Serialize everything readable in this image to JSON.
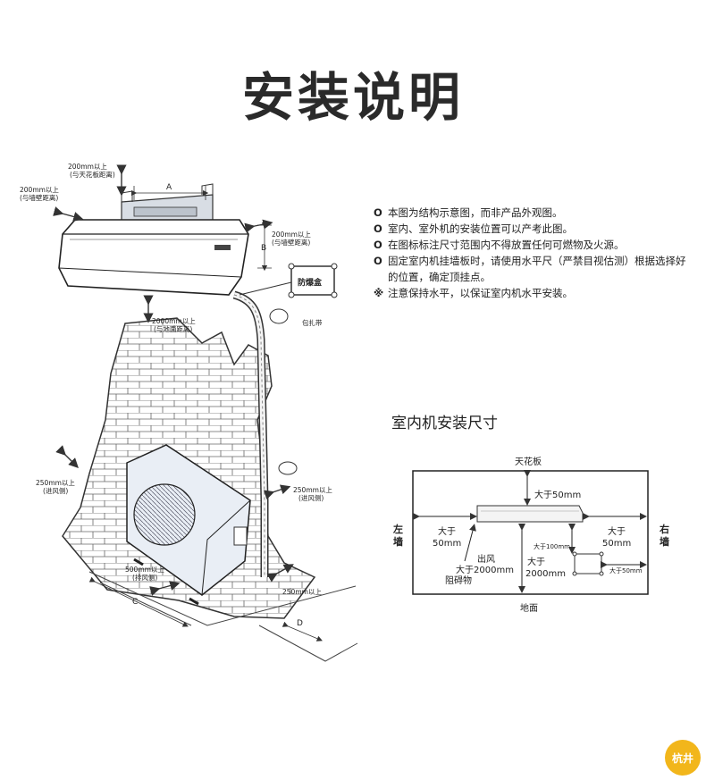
{
  "title": "安装说明",
  "notes": [
    {
      "mark": "O",
      "text": "本图为结构示意图，而非产品外观图。"
    },
    {
      "mark": "O",
      "text": "室内、室外机的安装位置可以产考此图。"
    },
    {
      "mark": "O",
      "text": "在图标标注尺寸范围内不得放置任何可燃物及火源。"
    },
    {
      "mark": "O",
      "text": "固定室内机挂墙板时，请使用水平尺（严禁目视估测）根据选择好的位置，确定顶挂点。"
    },
    {
      "mark": "※",
      "text": "注意保持水平，以保证室内机水平安装。"
    }
  ],
  "install_diagram": {
    "ceiling_dist": [
      "200mm以上",
      "(与天花板距离)"
    ],
    "wall_dist_left": [
      "200mm以上",
      "(与墙壁距离)"
    ],
    "wall_dist_right": [
      "200mm以上",
      "(与墙壁距离)"
    ],
    "floor_dist": [
      "2000mm以上",
      "(与地面距离)"
    ],
    "inlet_left": [
      "250mm以上",
      "(进风侧)"
    ],
    "inlet_right": [
      "250mm以上",
      "(进风侧)"
    ],
    "outlet": [
      "500mm以上",
      "(排风侧)"
    ],
    "back": "250mm以上",
    "explosion_box": "防爆盒",
    "strap": "包扎带",
    "dim_a": "A",
    "dim_b": "B",
    "dim_c": "C",
    "dim_d": "D"
  },
  "size_section": {
    "heading": "室内机安装尺寸",
    "ceiling": "天花板",
    "floor": "地面",
    "left_wall": [
      "左",
      "墙"
    ],
    "right_wall": [
      "右",
      "墙"
    ],
    "top_gap": "大于50mm",
    "left_gap": [
      "大于",
      "50mm"
    ],
    "right_gap": [
      "大于",
      "50mm"
    ],
    "outlet": [
      "出风",
      "大于2000mm",
      "阻碍物"
    ],
    "down_gap": [
      "大于",
      "2000mm"
    ],
    "small_100": "大于100mm",
    "small_50": "大于50mm"
  },
  "badge": "杭井"
}
